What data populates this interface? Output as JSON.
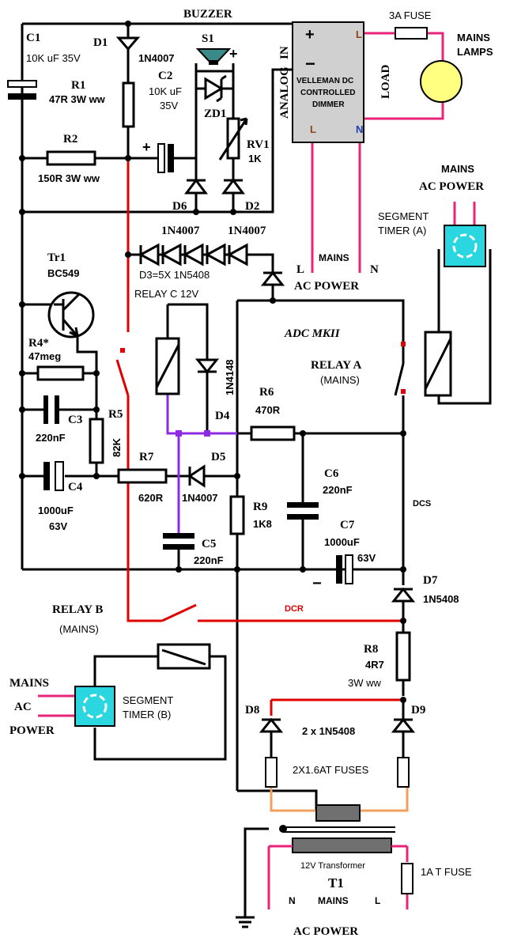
{
  "labels": {
    "buzzer": "BUZZER",
    "fuse3a": "3A FUSE",
    "mains_lamps": [
      "MAINS",
      "LAMPS"
    ],
    "load": "LOAD",
    "dimmer": [
      "VELLEMAN DC",
      "CONTROLLED",
      "DIMMER"
    ],
    "dimmer_plus": "+",
    "dimmer_minus": "−",
    "dimmer_L_top": "L",
    "dimmer_L_bot": "L",
    "dimmer_N": "N",
    "in": "IN",
    "analog": "ANALOG",
    "mains_ac_power_top": [
      "MAINS",
      "AC POWER"
    ],
    "segment_timer_a": [
      "SEGMENT",
      "TIMER  (A)"
    ],
    "mains_mid": "MAINS",
    "ac_power_mid": "AC POWER",
    "L_mid": "L",
    "N_mid": "N",
    "adc": "ADC MKII",
    "relay_a": [
      "RELAY A",
      "(MAINS)"
    ],
    "relay_c": "RELAY C  12V",
    "dcs": "DCS",
    "dcr": "DCR",
    "relay_b": [
      "RELAY B",
      "(MAINS)"
    ],
    "mains_ac_power_left": [
      "MAINS",
      "AC",
      "POWER"
    ],
    "segment_timer_b": [
      "SEGMENT",
      "TIMER  (B)"
    ],
    "transformer": "12V Transformer",
    "t1": "T1",
    "t1_mains": "MAINS",
    "t1_N": "N",
    "t1_L": "L",
    "fuse1a": "1A T FUSE",
    "ac_power_bottom": "AC POWER",
    "fuses_2x": "2X1.6AT FUSES",
    "diodes_2x": "2 x 1N5408",
    "cap_minus": "−",
    "plus_c2": "+",
    "plus_s1": "+"
  },
  "components": {
    "C1": {
      "name": "C1",
      "value": "10K uF 35V"
    },
    "D1": {
      "name": "D1",
      "value": "1N4007"
    },
    "S1": {
      "name": "S1"
    },
    "R1": {
      "name": "R1",
      "value": "47R 3W  ww"
    },
    "C2": {
      "name": "C2",
      "value": [
        "10K uF",
        "35V"
      ]
    },
    "ZD1": {
      "name": "ZD1"
    },
    "RV1": {
      "name": "RV1",
      "value": "1K"
    },
    "R2": {
      "name": "R2",
      "value": "150R 3W ww"
    },
    "D6": {
      "name": "D6",
      "value": "1N4007"
    },
    "D2": {
      "name": "D2",
      "value": "1N4007"
    },
    "D3": {
      "value": "D3=5X 1N5408"
    },
    "Tr1": {
      "name": "Tr1",
      "value": "BC549"
    },
    "R4": {
      "name": "R4*",
      "value": "47meg"
    },
    "C3": {
      "name": "C3",
      "value": "220nF"
    },
    "R5": {
      "name": "R5",
      "value": "82K"
    },
    "C4": {
      "name": "C4",
      "value": [
        "1000uF",
        "63V"
      ]
    },
    "R7": {
      "name": "R7",
      "value": "620R"
    },
    "D5": {
      "name": "D5",
      "value": "1N4007"
    },
    "C5": {
      "name": "C5",
      "value": "220nF"
    },
    "D4": {
      "name": "D4",
      "value": "1N4148"
    },
    "R6": {
      "name": "R6",
      "value": "470R"
    },
    "C6": {
      "name": "C6",
      "value": "220nF"
    },
    "R9": {
      "name": "R9",
      "value": "1K8"
    },
    "C7": {
      "name": "C7",
      "value": [
        "1000uF",
        "63V"
      ]
    },
    "D7": {
      "name": "D7",
      "value": "1N5408"
    },
    "R8": {
      "name": "R8",
      "value": [
        "4R7",
        "3W ww"
      ]
    },
    "D8": {
      "name": "D8"
    },
    "D9": {
      "name": "D9"
    }
  },
  "colors": {
    "red_wire": "#e00000",
    "pink_wire": "#e8247a",
    "violet_wire": "#8c2be2",
    "orange_wire": "#f0a060",
    "dimmer_box": "#d0d0d0",
    "lamp": "#ffff80",
    "timer": "#2ad6e0",
    "buzzer": "#3a8a8a"
  }
}
